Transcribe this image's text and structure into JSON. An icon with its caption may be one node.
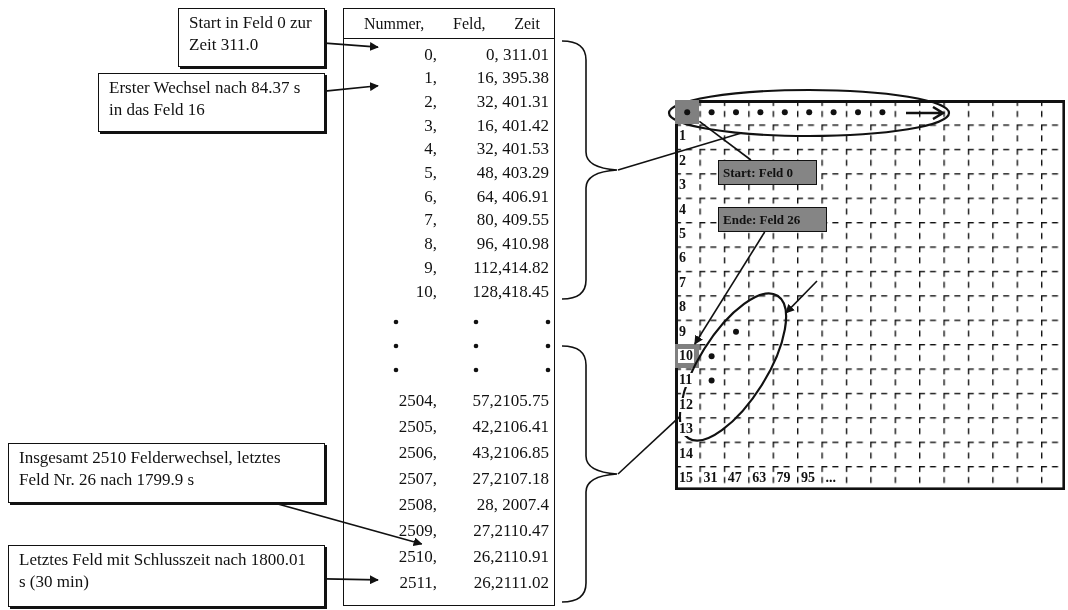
{
  "diagram": {
    "nodes": [
      {
        "text": [
          "Start in Feld 0 zur Zeit 311.0"
        ]
      },
      {
        "text": [
          "Erster Wechsel nach 84.37 s in das Feld 16"
        ]
      },
      {
        "text": [
          "Insgesamt 2510 Felderwechsel, letztes Feld Nr. 26 nach 1799.9 s"
        ]
      },
      {
        "text": [
          "Letztes Feld mit Schlusszeit nach 1800.01 s (30 min)"
        ]
      },
      {
        "text": [
          "Nummer,",
          "Feld,",
          "Zeit"
        ]
      },
      {
        "text": [
          "0,",
          "0, 311.01"
        ],
        "in": 4
      },
      {
        "text": [
          "1,",
          "16, 395.38"
        ],
        "in": 4
      },
      {
        "text": [
          "2,",
          "32, 401.31"
        ],
        "in": 4
      },
      {
        "text": [
          "3,",
          "16, 401.42"
        ],
        "in": 4
      },
      {
        "text": [
          "4,",
          "32, 401.53"
        ],
        "in": 4
      },
      {
        "text": [
          "5,",
          "48, 403.29"
        ],
        "in": 4
      },
      {
        "text": [
          "6,",
          "64, 406.91"
        ],
        "in": 4
      },
      {
        "text": [
          "7,",
          "80, 409.55"
        ],
        "in": 4
      },
      {
        "text": [
          "8,",
          "96, 410.98"
        ],
        "in": 4
      },
      {
        "text": [
          "9,",
          "112,414.82"
        ],
        "in": 4
      },
      {
        "text": [
          "10,",
          "128,418.45"
        ],
        "in": 4
      },
      {
        "text": [
          "2504,",
          "57,2105.75"
        ],
        "in": 4
      },
      {
        "text": [
          "2505,",
          "42,2106.41"
        ],
        "in": 4
      },
      {
        "text": [
          "2506,",
          "43,2106.85"
        ],
        "in": 4
      },
      {
        "text": [
          "2507,",
          "27,2107.18"
        ],
        "in": 4
      },
      {
        "text": [
          "2508,",
          "28, 2007.4"
        ],
        "in": 4
      },
      {
        "text": [
          "2509,",
          "27,2110.47"
        ],
        "in": 4
      },
      {
        "text": [
          "2510,",
          "26,2110.91"
        ],
        "in": 4
      },
      {
        "text": [
          "2511,",
          "26,2111.02"
        ],
        "in": 4
      },
      {
        "text": [],
        "shape": "brace"
      },
      {
        "text": [],
        "shape": "brace"
      },
      {
        "text": [],
        "shape": "grid"
      },
      {
        "text": [],
        "shape": "ellipse"
      },
      {
        "text": [],
        "shape": "ellipse",
        "in": 26
      },
      {
        "text": [],
        "shape": "box"
      },
      {
        "text": [],
        "shape": "box",
        "in": 26
      },
      {
        "text": [
          "Start: Feld 0"
        ],
        "in": 26
      },
      {
        "text": [
          "Ende: Feld 26"
        ],
        "in": 26
      }
    ],
    "edges": [
      {
        "from": 0,
        "to": 5,
        "arrow": "to"
      },
      {
        "from": 1,
        "to": 6,
        "arrow": "to"
      },
      {
        "from": 2,
        "to": 22,
        "arrow": "to"
      },
      {
        "from": 3,
        "to": 23,
        "arrow": "to"
      },
      {
        "from": 24,
        "to": 27,
        "arrow": "none"
      },
      {
        "from": 25,
        "to": 28,
        "arrow": "none"
      },
      {
        "from": 31,
        "to": 29,
        "arrow": "none"
      },
      {
        "from": 32,
        "to": 30,
        "arrow": "to"
      },
      {
        "from": null,
        "to": 28,
        "arrow": "to"
      }
    ],
    "labels": [
      "1",
      "2",
      "3",
      "4",
      "5",
      "6",
      "7",
      "8",
      "9",
      "10",
      "11",
      "12",
      "13",
      "14",
      "15",
      "31",
      "47",
      "63",
      "79",
      "95",
      "..."
    ]
  }
}
